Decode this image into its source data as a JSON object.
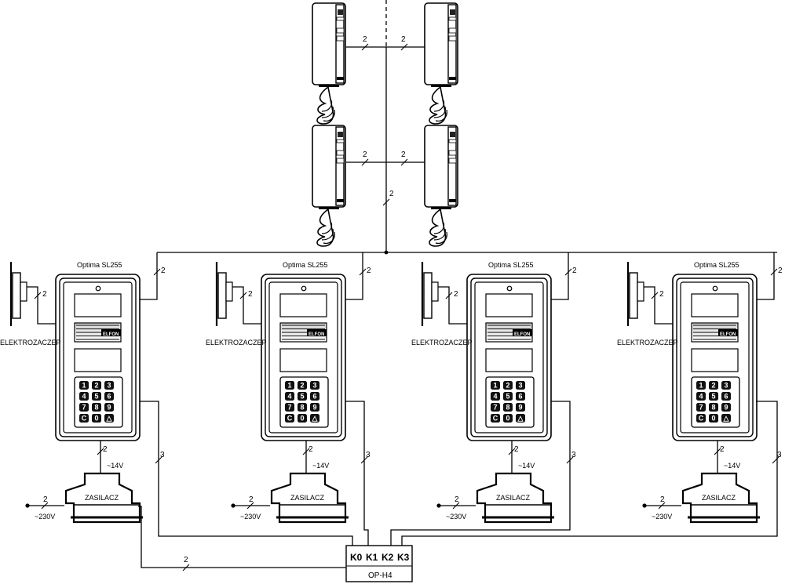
{
  "panels": [
    {
      "title": "Optima SL255",
      "brand": "ELFON",
      "lock_label": "ELEKTROZACZEP",
      "psu_label": "ZASILACZ",
      "mains_voltage": "~230V",
      "supply_voltage": "~14V",
      "wire_bus": "2",
      "wire_lock": "2",
      "wire_psu": "2",
      "wire_mains": "2",
      "wire_control": "3"
    },
    {
      "title": "Optima SL255",
      "brand": "ELFON",
      "lock_label": "ELEKTROZACZEP",
      "psu_label": "ZASILACZ",
      "mains_voltage": "~230V",
      "supply_voltage": "~14V",
      "wire_bus": "2",
      "wire_lock": "2",
      "wire_psu": "2",
      "wire_mains": "2",
      "wire_control": "3"
    },
    {
      "title": "Optima SL255",
      "brand": "ELFON",
      "lock_label": "ELEKTROZACZEP",
      "psu_label": "ZASILACZ",
      "mains_voltage": "~230V",
      "supply_voltage": "~14V",
      "wire_bus": "2",
      "wire_lock": "2",
      "wire_psu": "2",
      "wire_mains": "2",
      "wire_control": "3"
    },
    {
      "title": "Optima SL255",
      "brand": "ELFON",
      "lock_label": "ELEKTROZACZEP",
      "psu_label": "ZASILACZ",
      "mains_voltage": "~230V",
      "supply_voltage": "~14V",
      "wire_bus": "2",
      "wire_lock": "2",
      "wire_psu": "2",
      "wire_mains": "2",
      "wire_control": "3"
    }
  ],
  "keypad_keys": [
    "1",
    "2",
    "3",
    "4",
    "5",
    "6",
    "7",
    "8",
    "9",
    "C",
    "0",
    "△"
  ],
  "handsets": [
    {
      "wire": "2"
    },
    {
      "wire": "2"
    },
    {
      "wire": "2"
    },
    {
      "wire": "2"
    }
  ],
  "riser_wire": "2",
  "controller": {
    "name": "OP-H4",
    "terminals": [
      "K0",
      "K1",
      "K2",
      "K3"
    ],
    "wire_in": "2"
  }
}
